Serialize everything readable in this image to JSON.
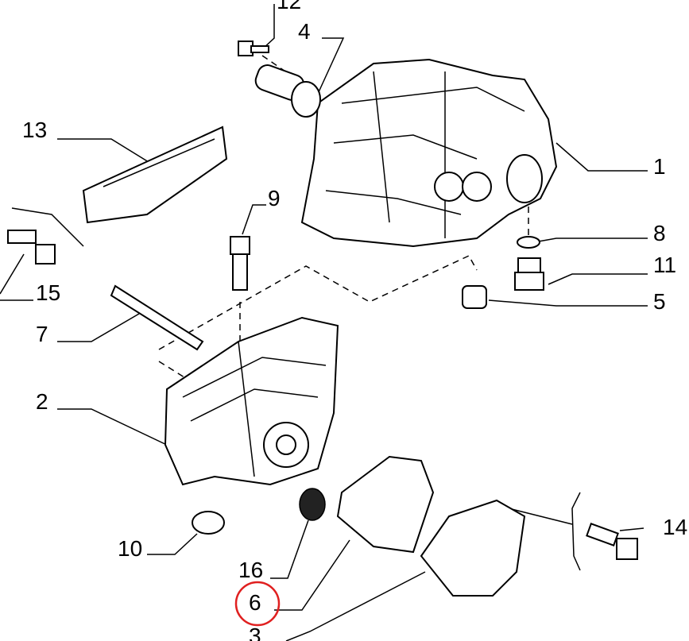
{
  "diagram": {
    "labels": {
      "p12": "12",
      "p4": "4",
      "p13": "13",
      "p1": "1",
      "p9": "9",
      "p8": "8",
      "p11": "11",
      "p15": "15",
      "p5": "5",
      "p7": "7",
      "p2": "2",
      "p10": "10",
      "p16": "16",
      "p6": "6",
      "p3": "3",
      "p14": "14"
    },
    "highlighted_part": "6",
    "highlight_color": "#e02020"
  }
}
